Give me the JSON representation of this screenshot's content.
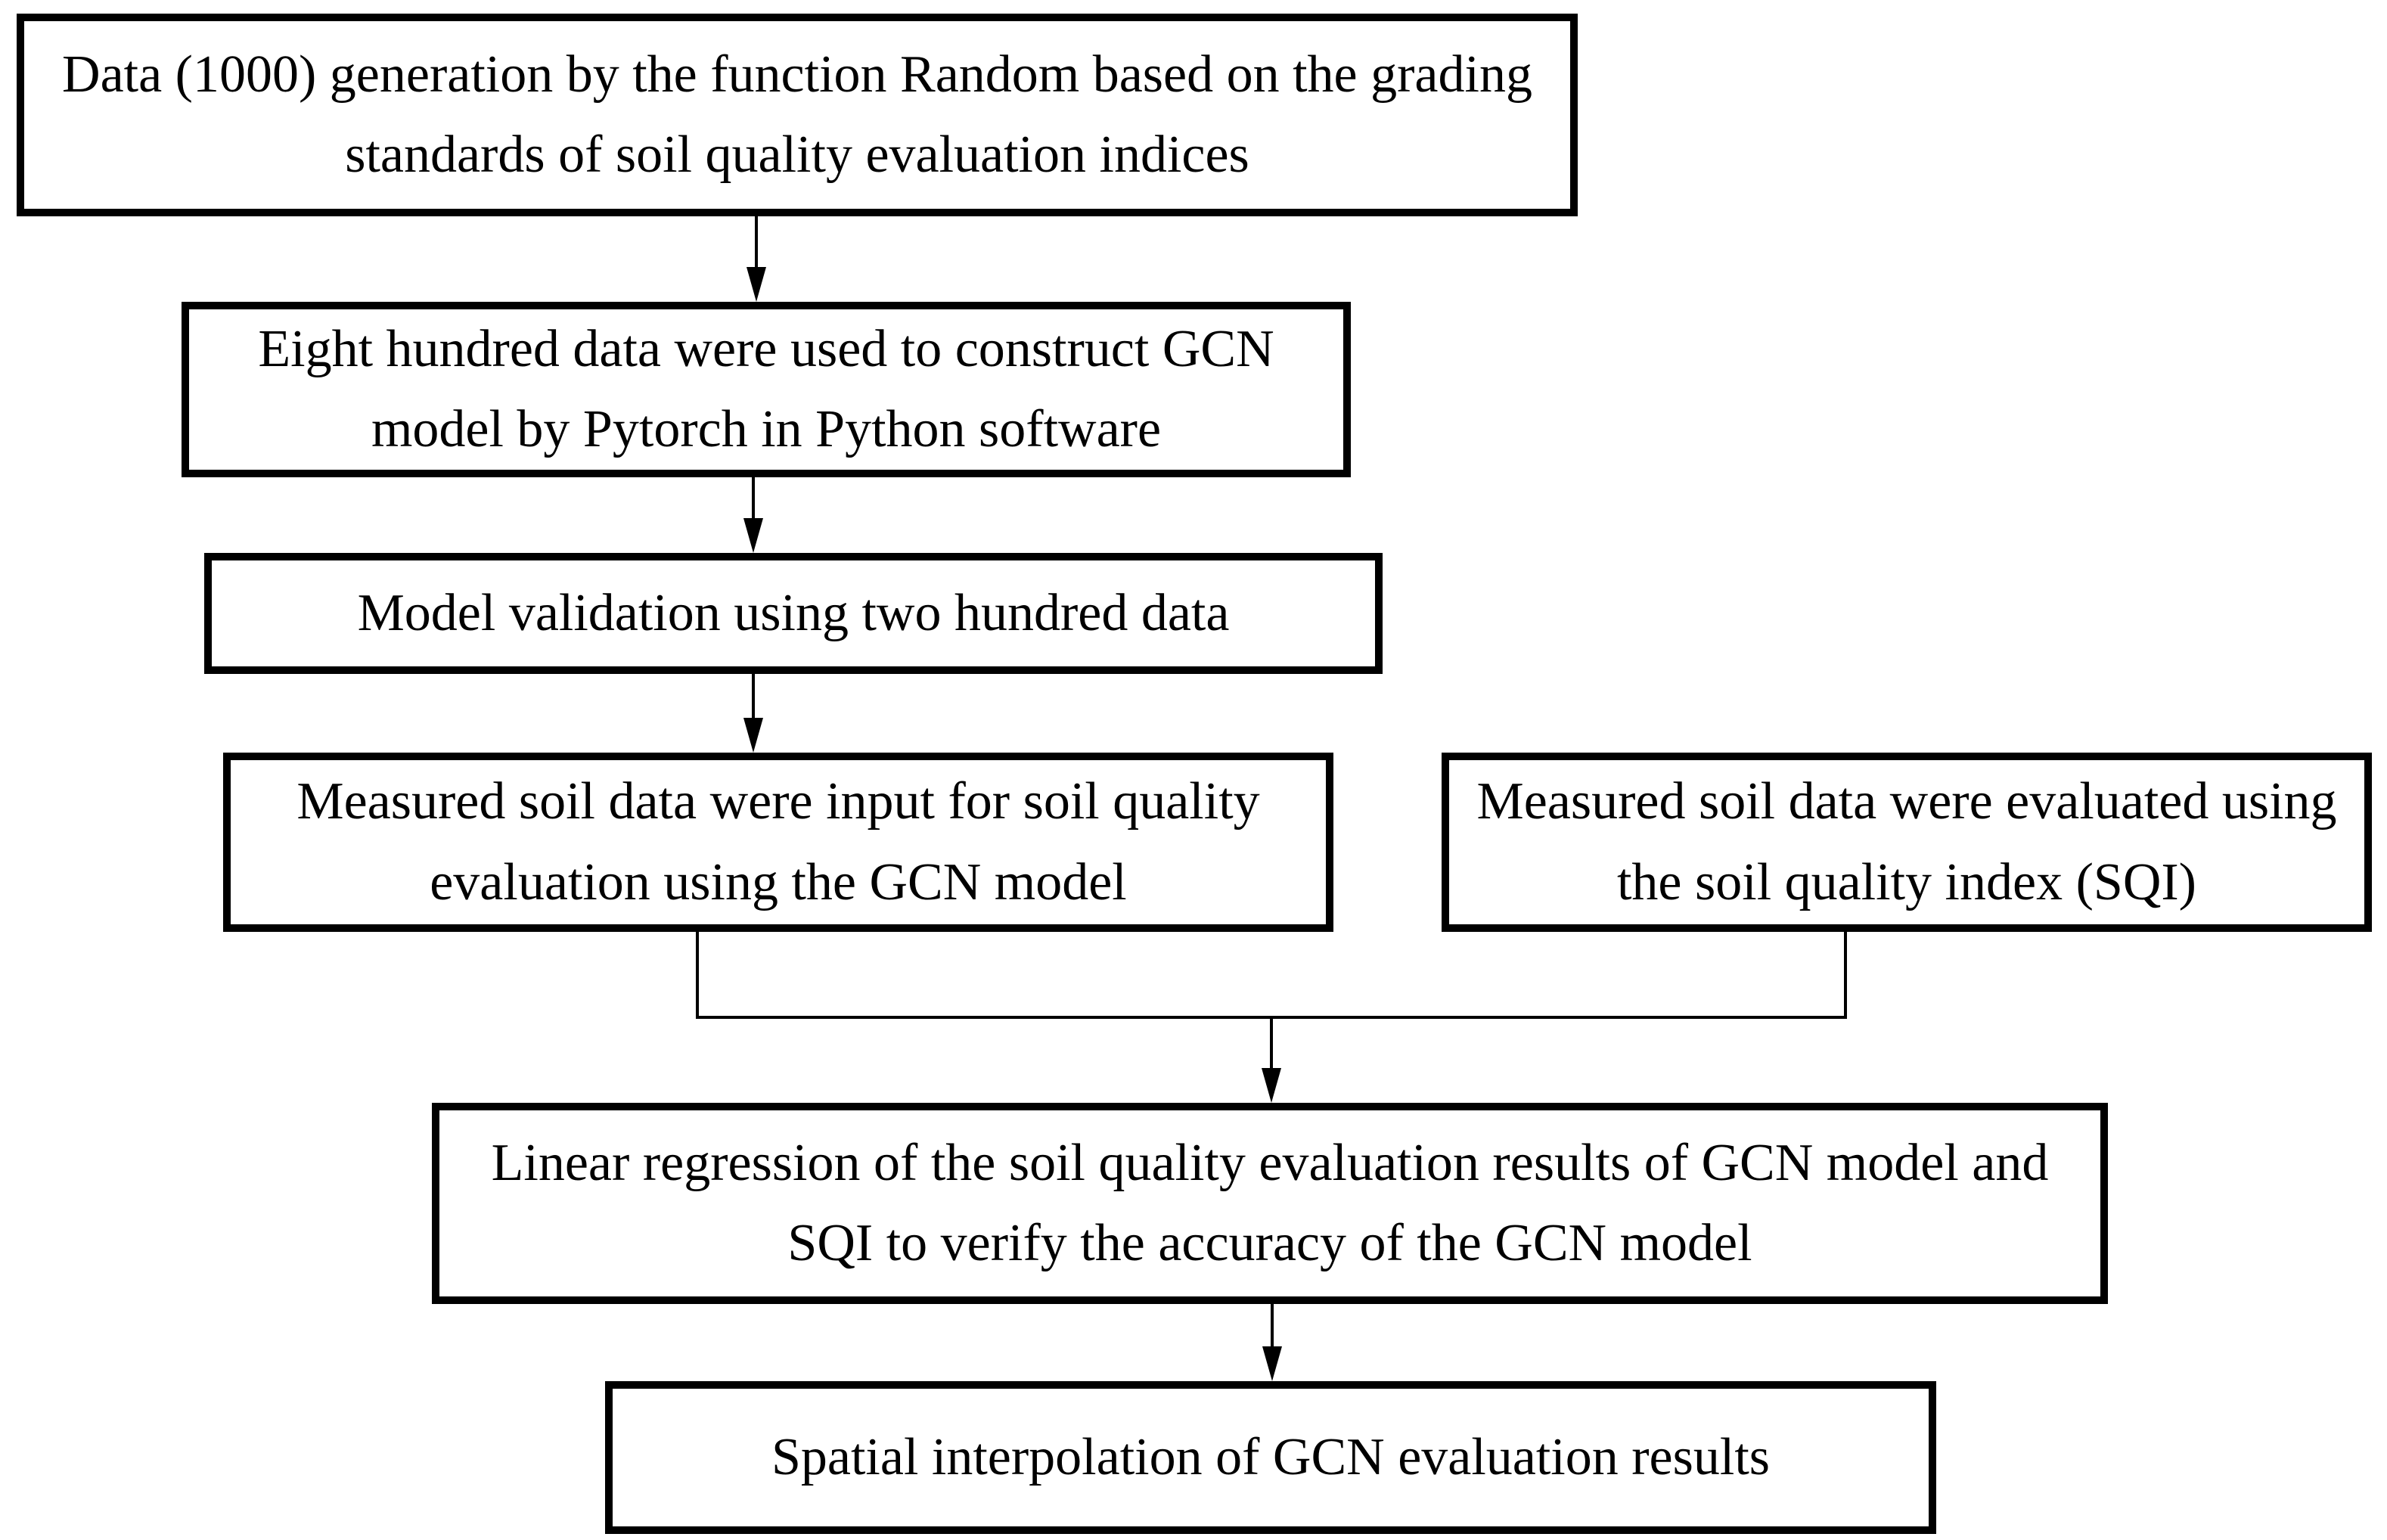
{
  "diagram": {
    "type": "flowchart",
    "background_color": "#ffffff",
    "box_border_color": "#000000",
    "text_color": "#000000",
    "arrow_color": "#000000",
    "nodes": [
      {
        "id": "generate",
        "label": "Data (1000) generation by the function Random based on the grading standards of soil quality evaluation indices"
      },
      {
        "id": "construct",
        "label": "Eight hundred data were used to construct GCN model by Pytorch in Python software"
      },
      {
        "id": "validate",
        "label": "Model validation using two hundred data"
      },
      {
        "id": "gcn-eval",
        "label": "Measured soil data were input for soil quality evaluation using the GCN model"
      },
      {
        "id": "sqi-eval",
        "label": "Measured soil data were evaluated using the soil quality index (SQI)"
      },
      {
        "id": "regression",
        "label": "Linear regression of the soil quality evaluation results of GCN model and SQI to verify the accuracy of the GCN model"
      },
      {
        "id": "interpolation",
        "label": "Spatial interpolation of GCN evaluation results"
      }
    ],
    "edges": [
      {
        "from": "generate",
        "to": "construct",
        "style": "arrow"
      },
      {
        "from": "construct",
        "to": "validate",
        "style": "arrow"
      },
      {
        "from": "validate",
        "to": "gcn-eval",
        "style": "arrow"
      },
      {
        "from": "gcn-eval",
        "to": "regression",
        "style": "merge-arrow"
      },
      {
        "from": "sqi-eval",
        "to": "regression",
        "style": "merge-arrow"
      },
      {
        "from": "regression",
        "to": "interpolation",
        "style": "arrow"
      }
    ]
  }
}
